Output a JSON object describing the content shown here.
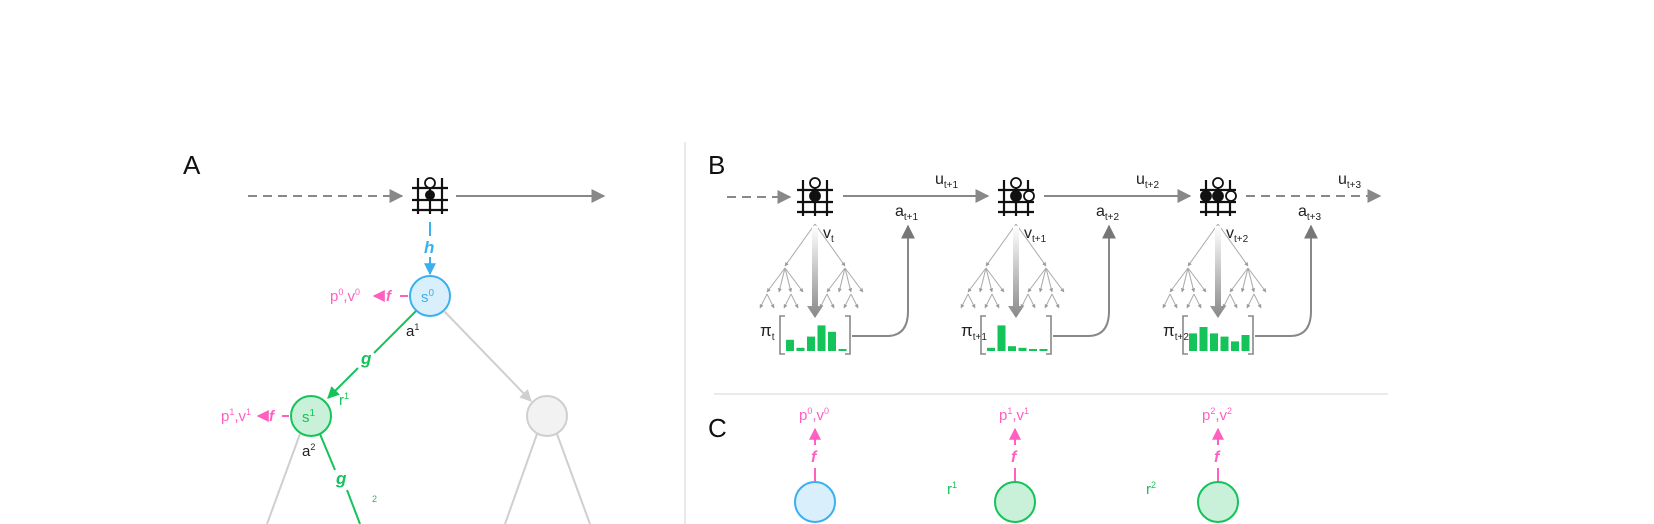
{
  "panels": {
    "a": "A",
    "b": "B",
    "c": "C"
  },
  "colors": {
    "prediction": "#ff5fc0",
    "dynamics": "#14c35a",
    "representation": "#3ab0ee",
    "gray": "#888888",
    "dark": "#222222"
  },
  "panel_a": {
    "h": "h",
    "s0": "s",
    "s0_sup": "0",
    "pv0": "p",
    "pv0_sup": "0",
    "pv0_comma": ",v",
    "pv0_sup2": "0",
    "f0": "f",
    "a1": "a",
    "a1_sup": "1",
    "g1": "g",
    "s1": "s",
    "s1_sup": "1",
    "r1": "r",
    "r1_sup": "1",
    "pv1": "p",
    "pv1_sup": "1",
    "pv1_comma": ",v",
    "pv1_sup2": "1",
    "f1": "f",
    "a2": "a",
    "a2_sup": "2",
    "g2": "g",
    "r2_sup": "2"
  },
  "panel_b": {
    "steps": [
      {
        "v": "v",
        "v_sub": "t",
        "pi": "π",
        "pi_sub": "t",
        "u": "u",
        "u_sub": "t+1",
        "a": "a",
        "a_sub": "t+1",
        "policy": [
          0.35,
          0.1,
          0.45,
          0.8,
          0.6,
          0.05
        ]
      },
      {
        "v": "v",
        "v_sub": "t+1",
        "pi": "π",
        "pi_sub": "t+1",
        "u": "u",
        "u_sub": "t+2",
        "a": "a",
        "a_sub": "t+2",
        "policy": [
          0.1,
          0.8,
          0.15,
          0.1,
          0.05,
          0.05
        ]
      },
      {
        "v": "v",
        "v_sub": "t+2",
        "pi": "π",
        "pi_sub": "t+2",
        "u": "u",
        "u_sub": "t+3",
        "a": "a",
        "a_sub": "t+3",
        "policy": [
          0.55,
          0.75,
          0.55,
          0.45,
          0.3,
          0.5
        ]
      }
    ]
  },
  "panel_c": {
    "pv": [
      {
        "p": "p",
        "p_sup": "0",
        "v": ",v",
        "v_sup": "0"
      },
      {
        "p": "p",
        "p_sup": "1",
        "v": ",v",
        "v_sup": "1"
      },
      {
        "p": "p",
        "p_sup": "2",
        "v": ",v",
        "v_sup": "2"
      }
    ],
    "f": "f",
    "r1": "r",
    "r1_sup": "1",
    "r2": "r",
    "r2_sup": "2"
  }
}
